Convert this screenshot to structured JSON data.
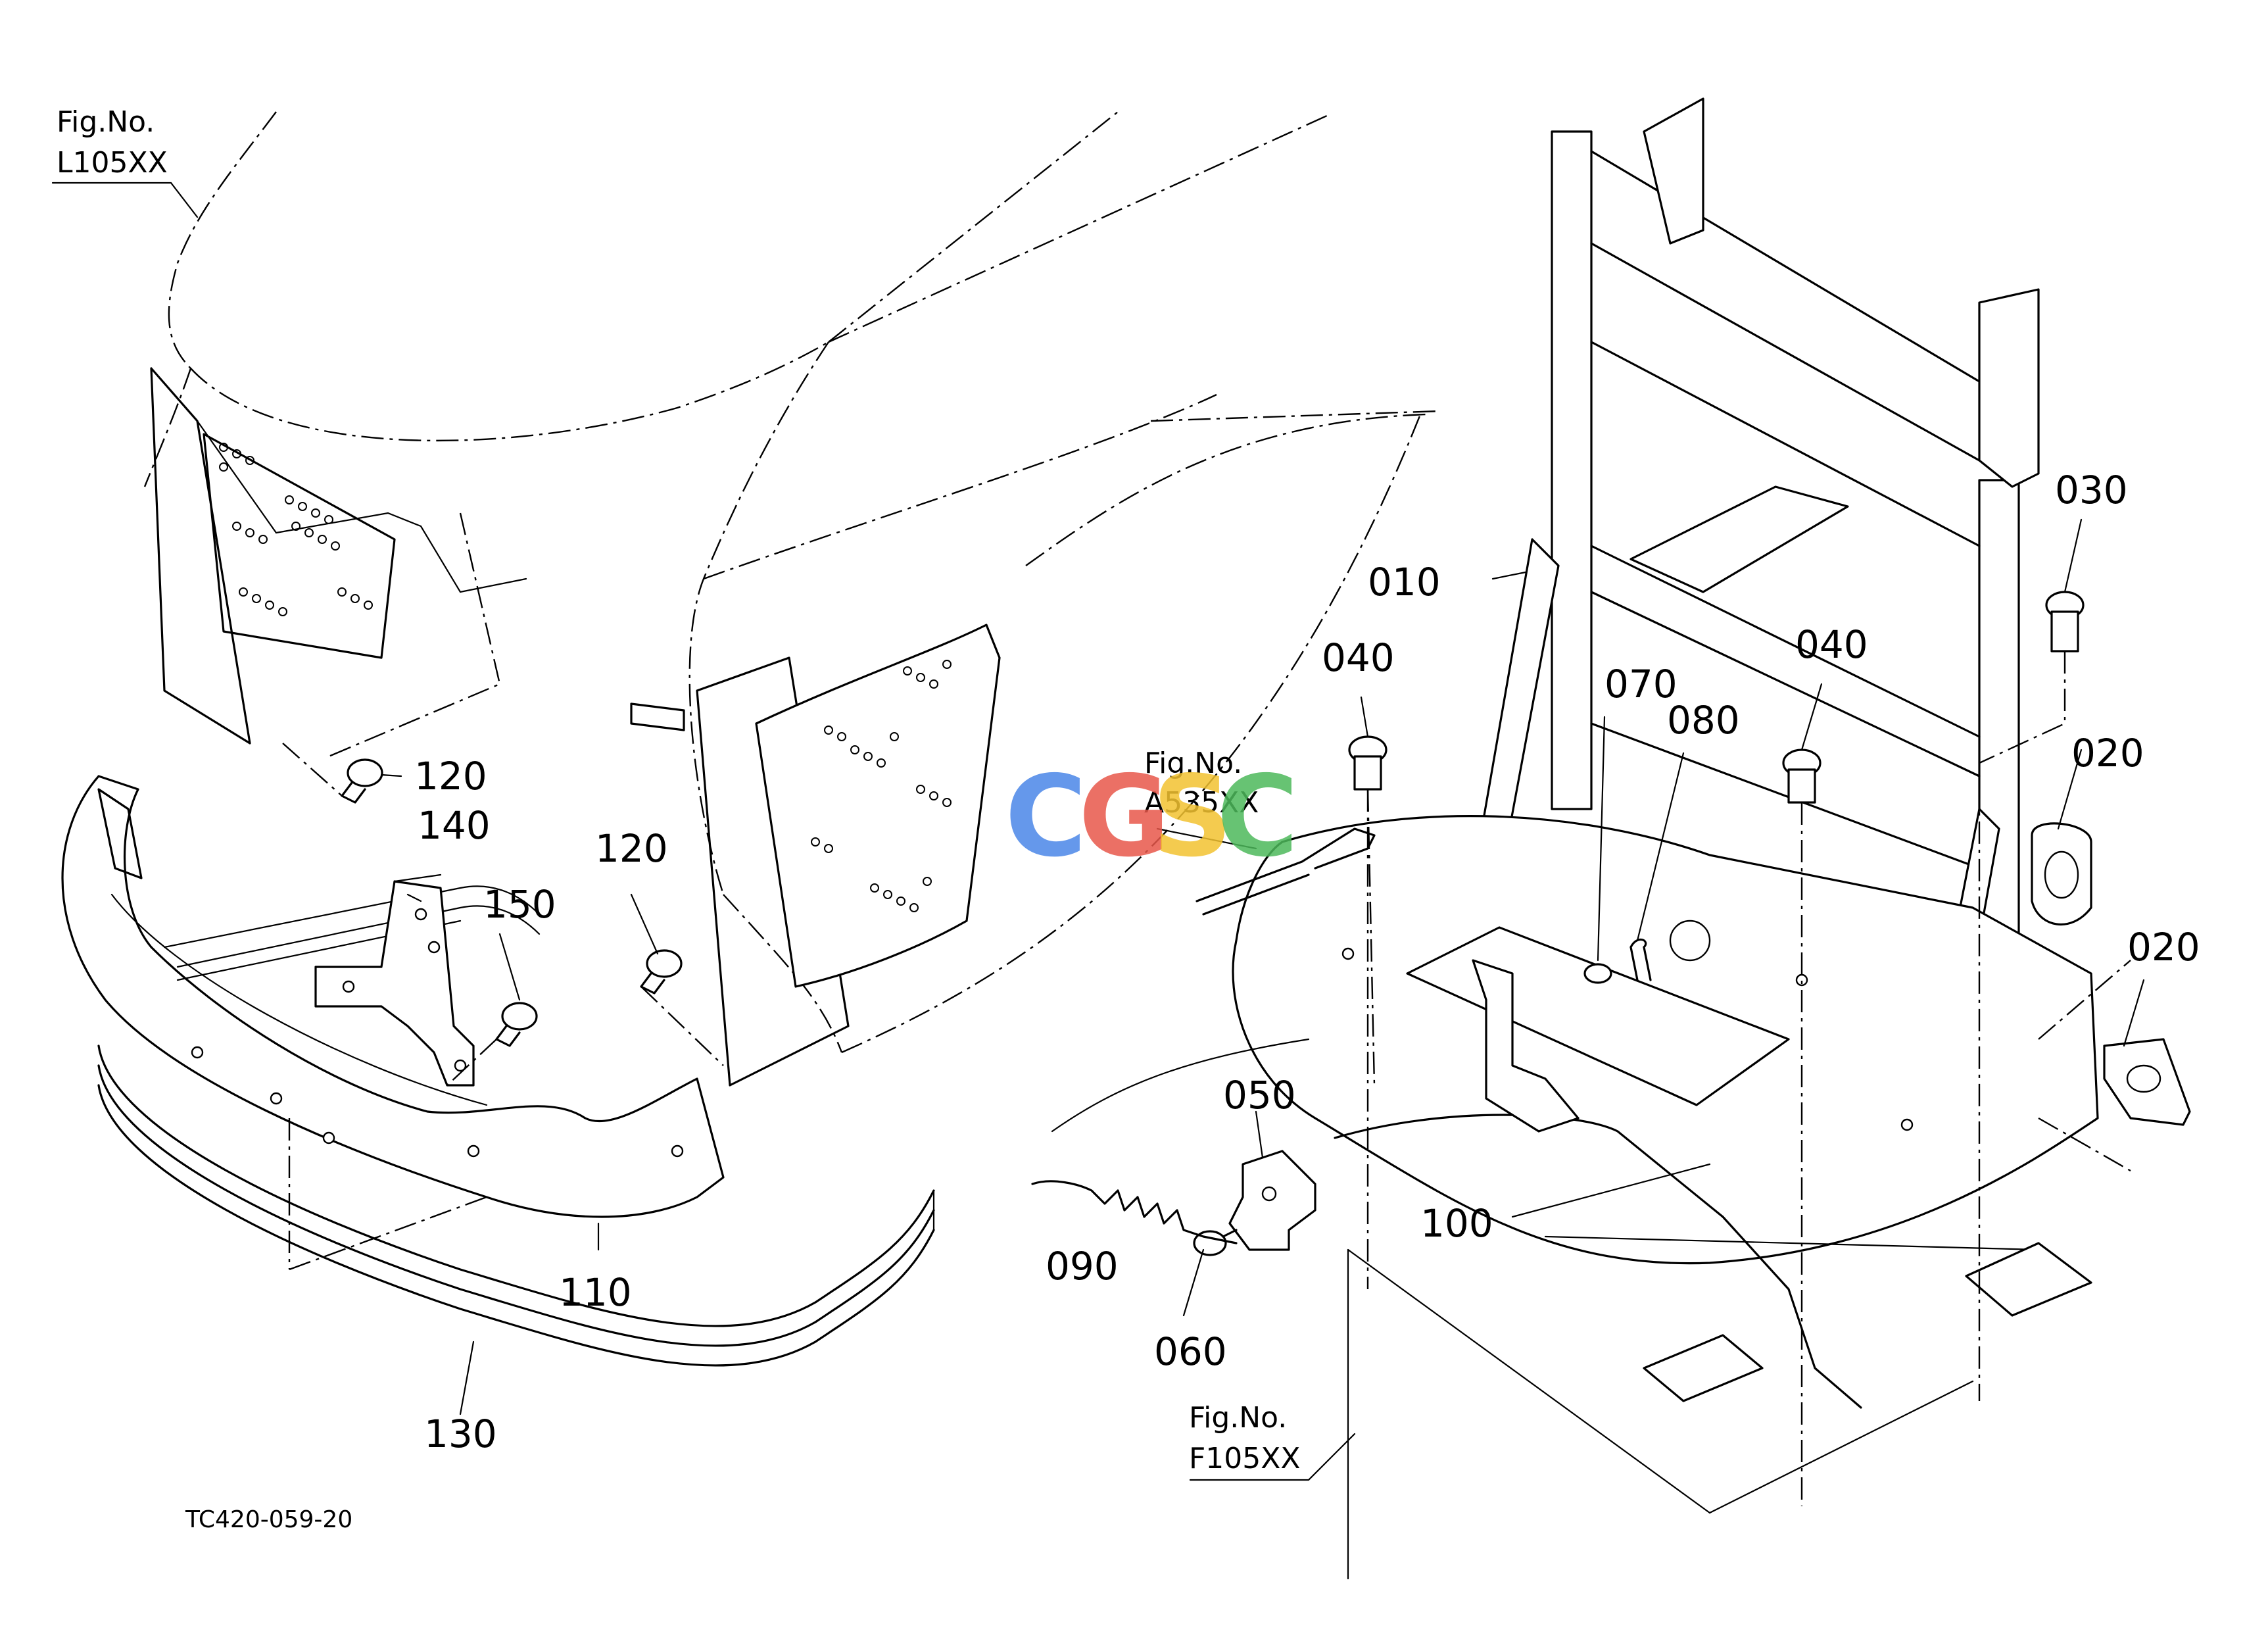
{
  "figure_refs": [
    {
      "id": "fig-l105",
      "line1": "Fig.No.",
      "line2": "L105XX"
    },
    {
      "id": "fig-a535",
      "line1": "Fig.No.",
      "line2": "A535XX"
    },
    {
      "id": "fig-f105",
      "line1": "Fig.No.",
      "line2": "F105XX"
    }
  ],
  "part_labels": [
    {
      "id": "p010a",
      "text": "010"
    },
    {
      "id": "p020a",
      "text": "020"
    },
    {
      "id": "p020b",
      "text": "020"
    },
    {
      "id": "p030",
      "text": "030"
    },
    {
      "id": "p040a",
      "text": "040"
    },
    {
      "id": "p040b",
      "text": "040"
    },
    {
      "id": "p050",
      "text": "050"
    },
    {
      "id": "p060",
      "text": "060"
    },
    {
      "id": "p070",
      "text": "070"
    },
    {
      "id": "p080",
      "text": "080"
    },
    {
      "id": "p090",
      "text": "090"
    },
    {
      "id": "p100",
      "text": "100"
    },
    {
      "id": "p110",
      "text": "110"
    },
    {
      "id": "p120a",
      "text": "120"
    },
    {
      "id": "p120b",
      "text": "120"
    },
    {
      "id": "p130",
      "text": "130"
    },
    {
      "id": "p140",
      "text": "140"
    },
    {
      "id": "p150",
      "text": "150"
    }
  ],
  "drawing_code": "TC420-059-20",
  "watermark": {
    "letters": [
      "C",
      "G",
      "S",
      "C"
    ],
    "colors": [
      "#4a86e8",
      "#e8574a",
      "#f2c230",
      "#4cb85a"
    ]
  }
}
